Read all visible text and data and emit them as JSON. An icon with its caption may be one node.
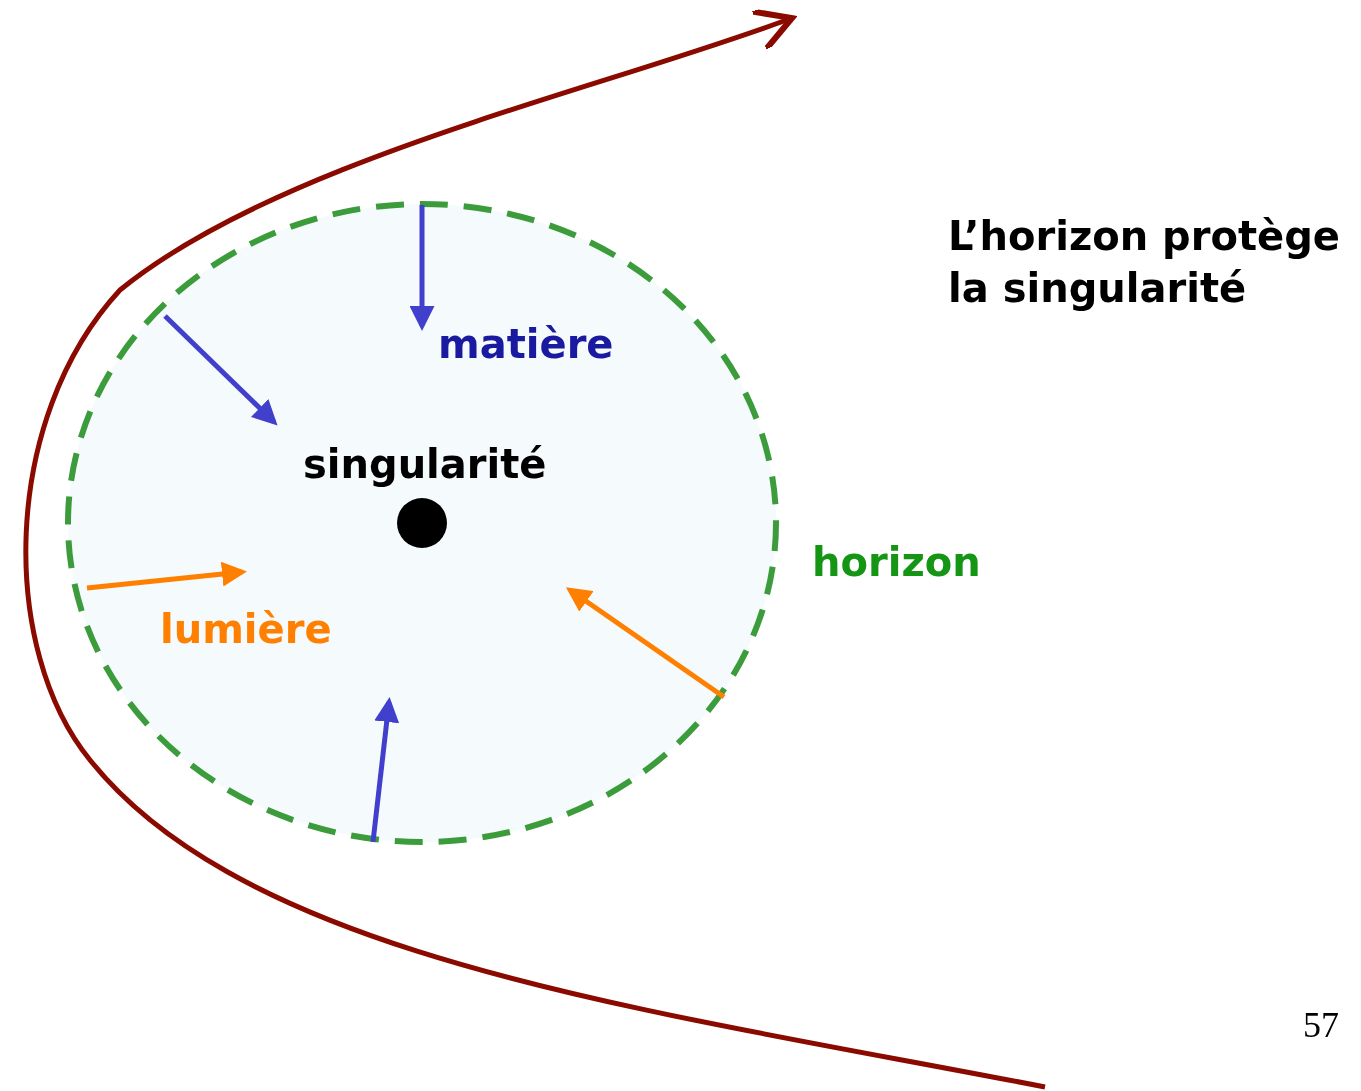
{
  "diagram": {
    "labels": [
      "L’horizon protège la singularité",
      "matière",
      "singularité",
      "lumière",
      "horizon",
      "57"
    ]
  }
}
